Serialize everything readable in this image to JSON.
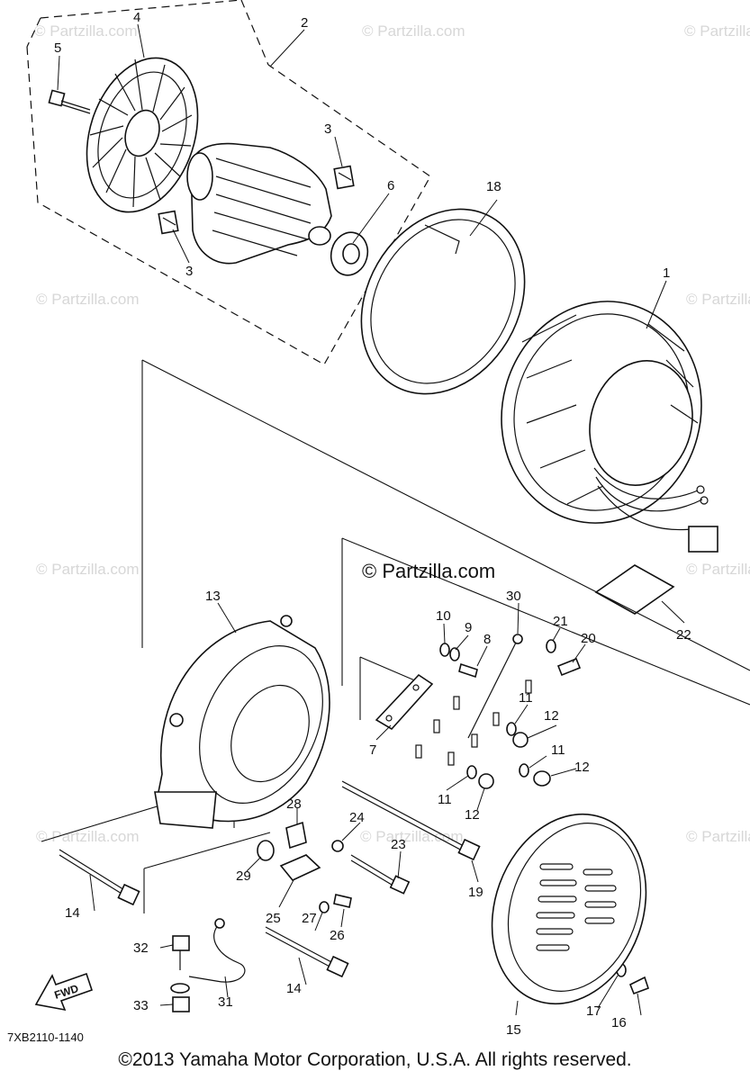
{
  "watermark": "© Partzilla.com",
  "center_watermark": "© Partzilla.com",
  "diagram_code": "7XB2110-1140",
  "fwd_label": "FWD",
  "copyright": "©2013  Yamaha Motor Corporation, U.S.A. All rights reserved.",
  "callouts": {
    "c1": "1",
    "c2": "2",
    "c3a": "3",
    "c3b": "3",
    "c4": "4",
    "c5": "5",
    "c6": "6",
    "c7": "7",
    "c8": "8",
    "c9": "9",
    "c10": "10",
    "c11a": "11",
    "c11b": "11",
    "c11c": "11",
    "c12a": "12",
    "c12b": "12",
    "c12c": "12",
    "c13": "13",
    "c14a": "14",
    "c14b": "14",
    "c15": "15",
    "c16": "16",
    "c17": "17",
    "c18": "18",
    "c19": "19",
    "c20": "20",
    "c21": "21",
    "c22": "22",
    "c23": "23",
    "c24": "24",
    "c25": "25",
    "c26": "26",
    "c27": "27",
    "c28": "28",
    "c29": "29",
    "c30": "30",
    "c31": "31",
    "c32": "32",
    "c33": "33"
  }
}
